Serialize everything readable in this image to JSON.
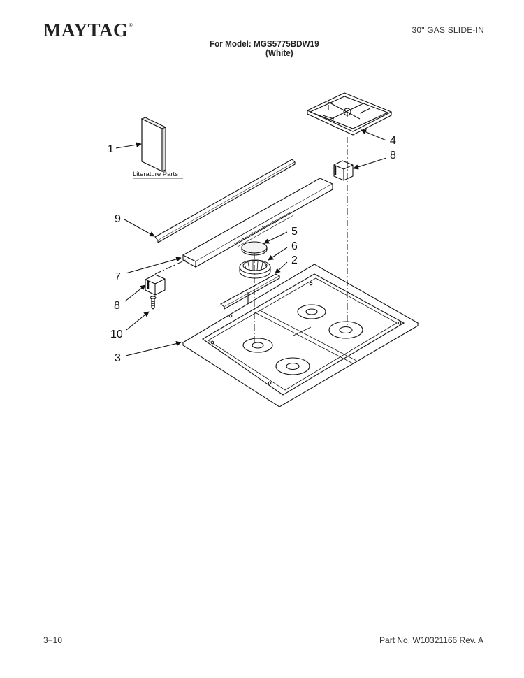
{
  "header": {
    "brand": "MAYTAG",
    "brand_mark": "®",
    "product_type": "30\" GAS SLIDE-IN",
    "model_line": "For Model: MGS5775BDW19",
    "model_color": "(White)"
  },
  "diagram": {
    "literature_label": "Literature Parts",
    "callouts": {
      "literature": "1",
      "burner_cap_upper": "4",
      "end_cap_right": "8",
      "trim_strip": "9",
      "cap_5": "5",
      "head_6": "6",
      "bracket_2": "2",
      "panel_7": "7",
      "end_cap_left": "8",
      "screw": "10",
      "cooktop": "3"
    }
  },
  "footer": {
    "page_number": "3−10",
    "part_number": "Part No. W10321166 Rev. A"
  }
}
